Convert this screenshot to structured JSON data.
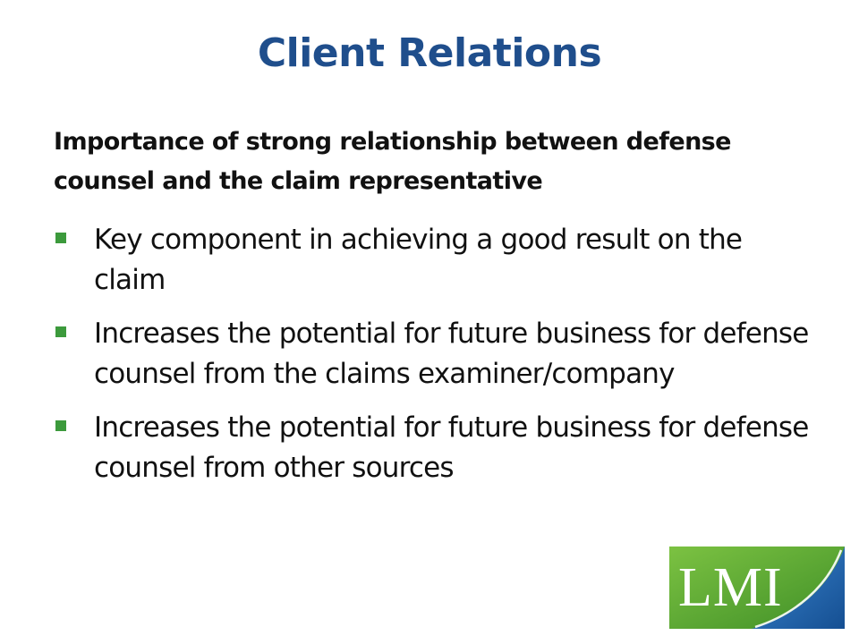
{
  "slide": {
    "title": "Client Relations",
    "subheading": "Importance of strong relationship between defense counsel and the claim representative",
    "bullets": [
      "Key component in achieving a good result on the claim",
      "Increases the potential for future business for defense counsel from the claims examiner/company",
      "Increases the potential for future business for defense counsel from other sources"
    ],
    "logo_text": "LMI"
  },
  "colors": {
    "title": "#1f4e8c",
    "bullet_marker": "#3c9a3c",
    "logo_green": "#5aa832",
    "logo_blue": "#1d5fa8"
  }
}
